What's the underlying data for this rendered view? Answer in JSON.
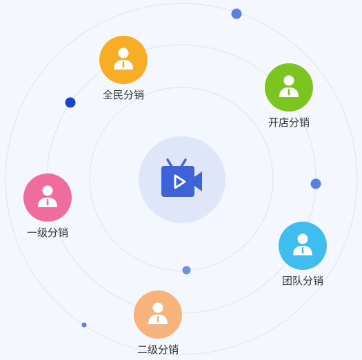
{
  "center": {
    "icon": "video-camera-tv-icon",
    "icon_color": "#3e63d8",
    "halo_color": "#dfe6fa"
  },
  "nodes": [
    {
      "id": "quanmin",
      "label": "全民分销",
      "color": "#f8ad27",
      "icon": "person-tie-icon"
    },
    {
      "id": "kaidian",
      "label": "开店分销",
      "color": "#7cc520",
      "icon": "person-tie-icon"
    },
    {
      "id": "yiji",
      "label": "一级分销",
      "color": "#ee6d9d",
      "icon": "person-tie-icon"
    },
    {
      "id": "tuandui",
      "label": "团队分销",
      "color": "#3fbdee",
      "icon": "person-tie-icon"
    },
    {
      "id": "erji",
      "label": "二级分销",
      "color": "#f6b47c",
      "icon": "person-tie-icon"
    }
  ],
  "orbit_color": "#dde3f0",
  "dot_colors": [
    "#5b7fe0",
    "#1a44c8",
    "#7190e0"
  ]
}
